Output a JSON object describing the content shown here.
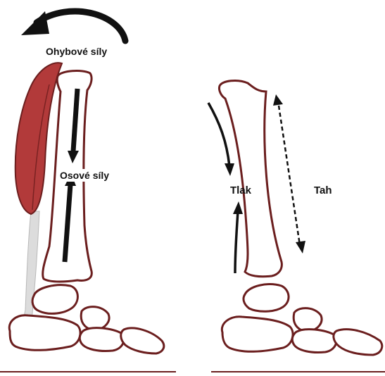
{
  "labels": {
    "bending_forces": "Ohybové síly",
    "axial_forces": "Osové síly",
    "compression": "Tlak",
    "tension": "Tah"
  },
  "colors": {
    "muscle": "#b23a3a",
    "bone_outline": "#6b1e1e",
    "arrow": "#111111",
    "background": "#ffffff"
  },
  "icons": {
    "curved_arrow": "curved-arrow-left-icon",
    "axial_arrows": "arrow-up-down-icon",
    "dashed_arrow": "dashed-double-arrow-icon"
  }
}
